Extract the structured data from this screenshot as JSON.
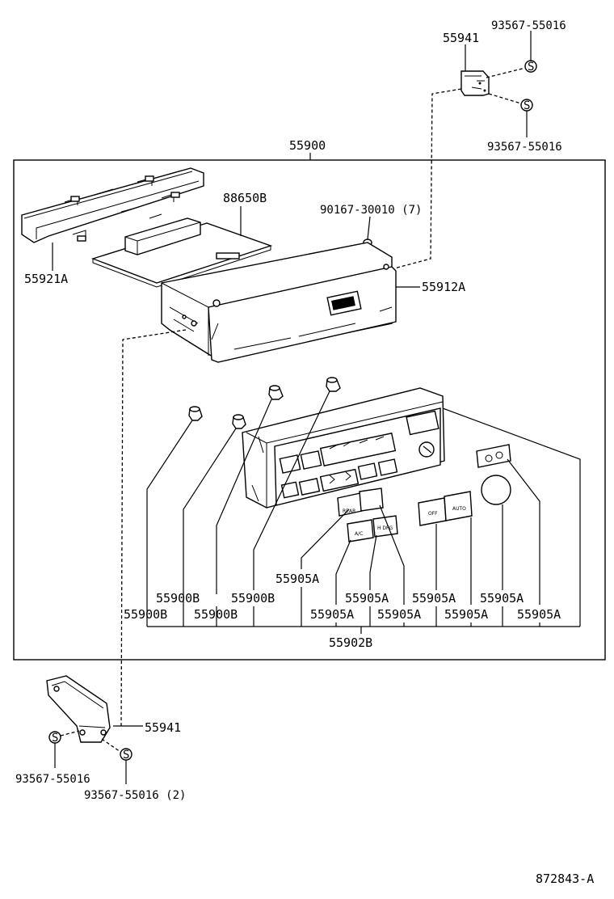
{
  "labels": {
    "clip_top": "55941",
    "screw_top_1": "93567-55016",
    "screw_top_2": "93567-55016",
    "assembly": "55900",
    "pcb": "88650B",
    "screw_mid": "90167-30010 (7)",
    "cover": "55921A",
    "housing": "55912A",
    "knob_1": "55900B",
    "knob_2": "55900B",
    "knob_3": "55900B",
    "knob_4": "55900B",
    "btn_1": "55905A",
    "btn_2": "55905A",
    "btn_3": "55905A",
    "btn_4": "55905A",
    "btn_5": "55905A",
    "btn_6": "55905A",
    "btn_7": "55905A",
    "btn_8": "55905A",
    "panel": "55902B",
    "bracket": "55941",
    "screw_bot_1": "93567-55016",
    "screw_bot_2": "93567-55016 (2)",
    "diagram_id": "872843-A"
  },
  "button_glyphs": {
    "rear": "REAR",
    "ac": "A/C",
    "h_dfg": "H DFG",
    "off": "OFF",
    "auto": "AUTO"
  },
  "icons": {
    "screw_symbol": "S"
  }
}
